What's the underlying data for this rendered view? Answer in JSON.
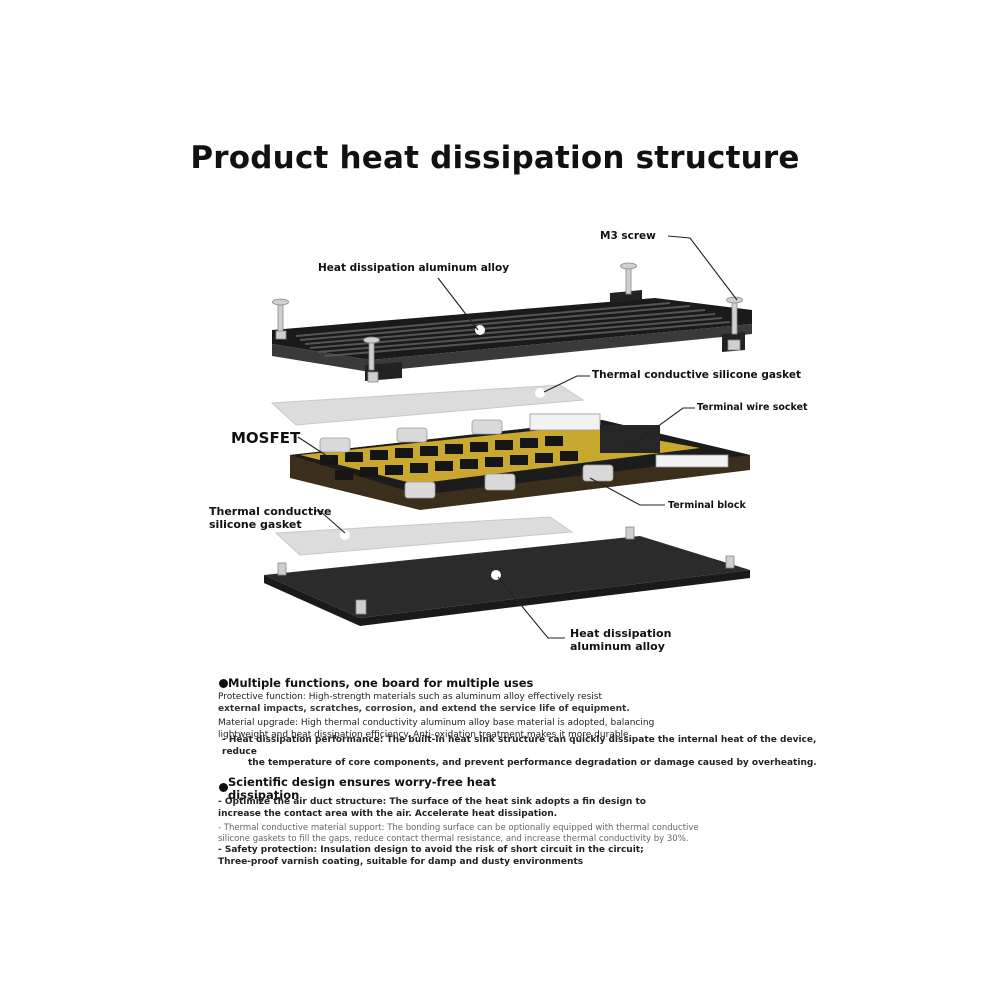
{
  "title": "Product heat dissipation structure",
  "labels": {
    "m3_screw": "M3 screw",
    "heat_top": "Heat dissipation aluminum alloy",
    "gasket_top": "Thermal conductive silicone gasket",
    "terminal_wire_socket": "Terminal wire socket",
    "mosfet": "MOSFET",
    "terminal_block": "Terminal block",
    "gasket_bottom_1": "Thermal conductive",
    "gasket_bottom_2": "silicone gasket",
    "heat_bottom_1": "Heat dissipation",
    "heat_bottom_2": "aluminum alloy"
  },
  "sections": {
    "s1_heading": "Multiple functions, one board for multiple uses",
    "s1_p1a": "Protective function: High-strength materials such as aluminum alloy effectively resist",
    "s1_p1b": "external impacts, scratches, corrosion, and extend the service life of equipment.",
    "s1_p2a": "Material upgrade: High thermal conductivity aluminum alloy base material is adopted, balancing",
    "s1_p2b": "lightweight and heat dissipation efficiency. Anti-oxidation treatment makes it more durable",
    "s1_p3a": "- Heat dissipation performance: The built-in heat sink structure can quickly dissipate the internal heat of the device, reduce",
    "s1_p3b": "the temperature of core components, and prevent performance degradation or damage caused by overheating.",
    "s2_heading_a": "Scientific design ensures worry-free heat",
    "s2_heading_b": "dissipation",
    "s2_p1a": "- Optimize the air duct structure: The surface of the heat sink adopts a fin design to",
    "s2_p1b": "increase the contact area with the air. Accelerate heat dissipation.",
    "s2_p2a": "- Thermal conductive material support: The bonding surface can be optionally equipped with thermal conductive",
    "s2_p2b": "silicone gaskets to fill the gaps, reduce contact thermal resistance, and increase thermal conductivity by 30%.",
    "s2_p3a": "- Safety protection: Insulation design to avoid the risk of short circuit in the circuit;",
    "s2_p3b": "Three-proof varnish coating, suitable for damp and dusty environments"
  }
}
